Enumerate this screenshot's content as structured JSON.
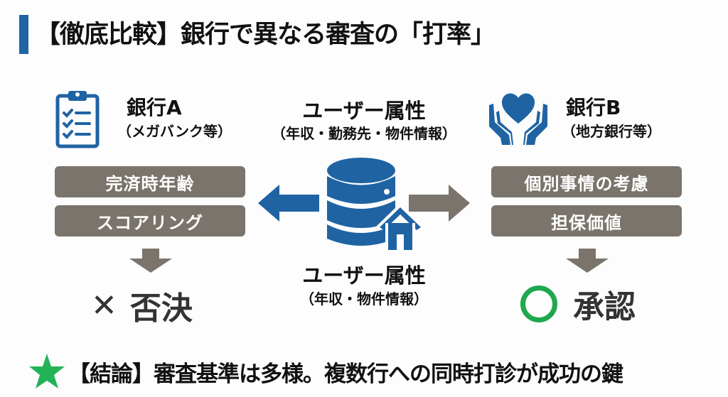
{
  "title": "【徹底比較】銀行で異なる審査の「打率」",
  "colors": {
    "accent_blue": "#1f63a3",
    "pill_gray": "#7b746c",
    "approve_green": "#1ea84f",
    "star_green": "#22b357",
    "reject_gray": "#333333"
  },
  "bank_a": {
    "icon": "clipboard-checklist-icon",
    "name": "銀行A",
    "subtitle": "（メガバンク等）",
    "criteria": [
      "完済時年齢",
      "スコアリング"
    ],
    "result_icon": "cross-icon",
    "result_mark": "✕",
    "result": "否決"
  },
  "bank_b": {
    "icon": "heart-in-hands-icon",
    "name": "銀行B",
    "subtitle": "（地方銀行等）",
    "criteria": [
      "個別事情の考慮",
      "担保価値"
    ],
    "result_icon": "circle-icon",
    "result": "承認"
  },
  "center": {
    "top_title": "ユーザー属性",
    "top_subtitle": "（年収・勤務先・物件情報）",
    "icon": "database-house-icon",
    "bottom_title": "ユーザー属性",
    "bottom_subtitle": "（年収・物件情報）"
  },
  "conclusion": {
    "icon": "star-icon",
    "text": "【結論】審査基準は多様。複数行への同時打診が成功の鍵"
  }
}
